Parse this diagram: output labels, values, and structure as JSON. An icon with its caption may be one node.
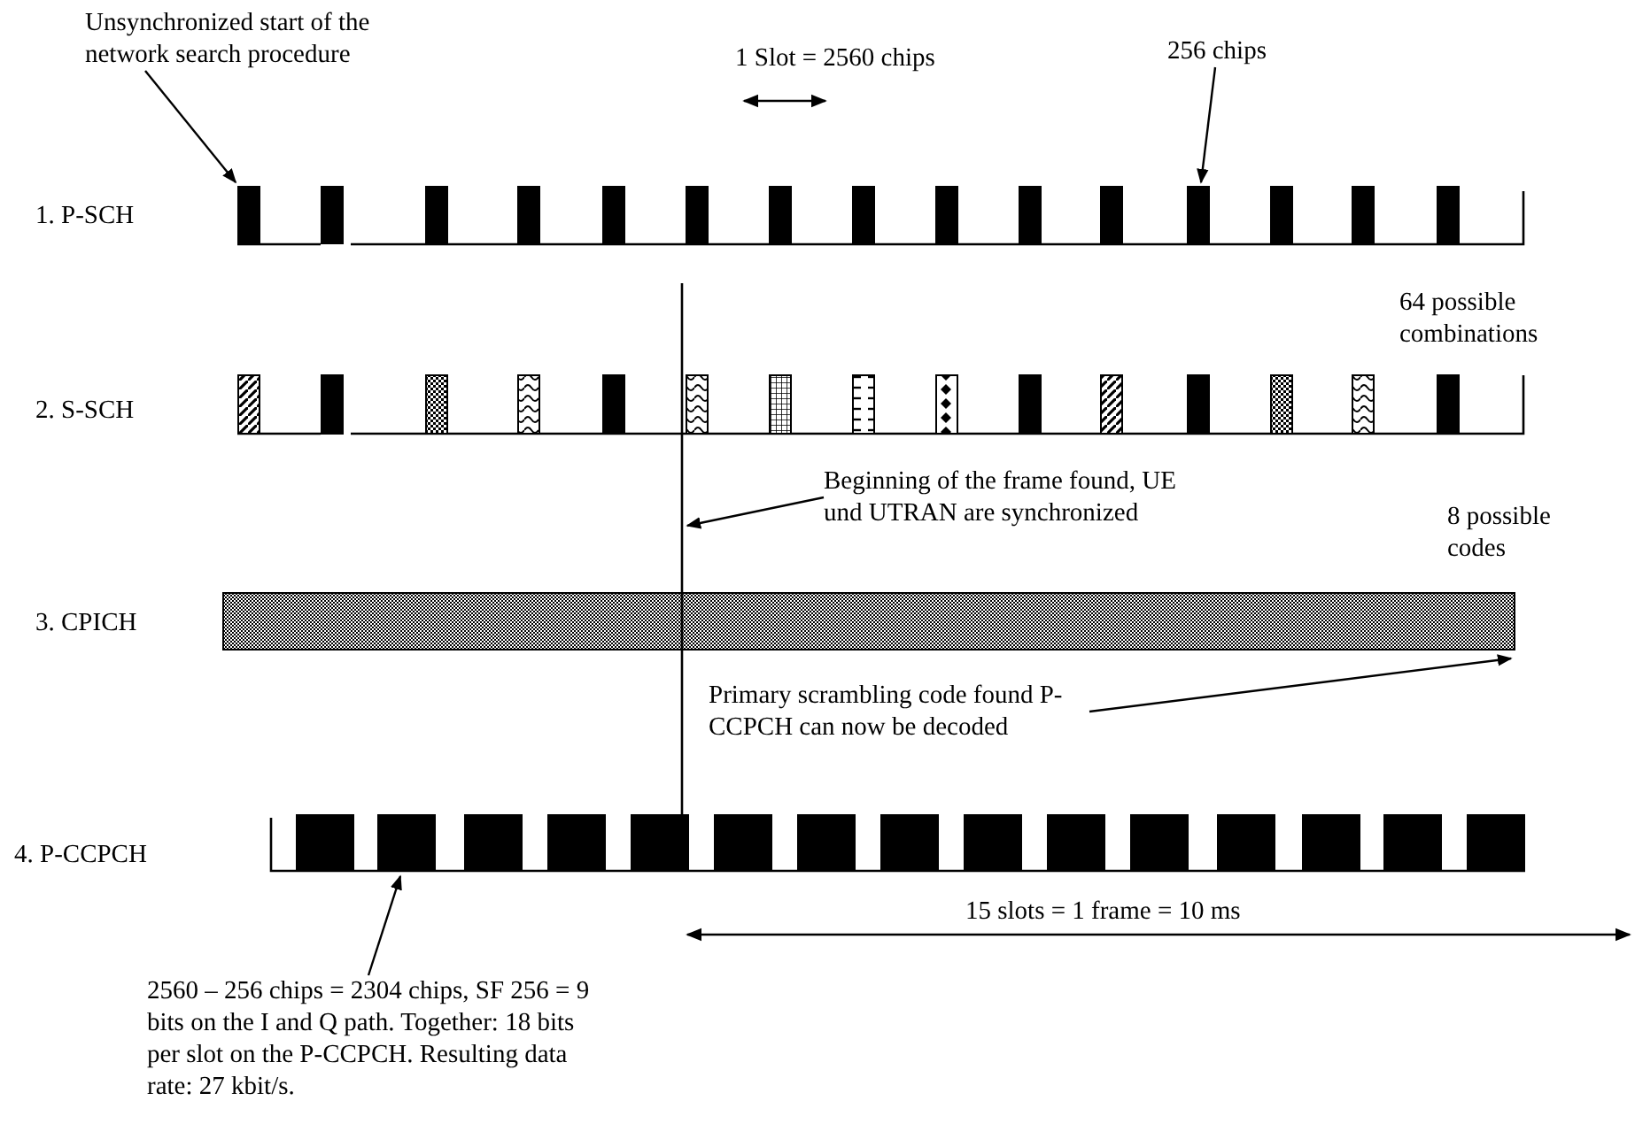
{
  "diagram": {
    "nodes": [
      {
        "text": [
          "Unsynchronized start of the network search procedure"
        ]
      },
      {
        "text": [
          "256 chips"
        ]
      },
      {
        "text": [
          "Beginning of the frame found, UE und UTRAN are synchronized"
        ]
      },
      {
        "text": [
          "Primary scrambling code found P-CCPCH can now be decoded"
        ]
      },
      {
        "text": [
          "2560 – 256 chips = 2304 chips, SF 256 = 9 bits on the I and Q path. Together: 18 bits per slot on the P-CCPCH. Resulting data rate: 27 kbit/s."
        ]
      }
    ],
    "edges": [
      {
        "from": 0,
        "to": null,
        "arrow": "to"
      },
      {
        "from": 1,
        "to": null,
        "arrow": "to"
      },
      {
        "from": 2,
        "to": null,
        "arrow": "to"
      },
      {
        "from": 3,
        "to": null,
        "arrow": "to"
      },
      {
        "from": 4,
        "to": null,
        "arrow": "to"
      }
    ],
    "labels": [
      "1 Slot = 2560 chips",
      "1. P-SCH",
      "64 possible combinations",
      "2. S-SCH",
      "8 possible codes",
      "3. CPICH",
      "4. P-CCPCH",
      "15 slots = 1 frame = 10 ms"
    ]
  }
}
